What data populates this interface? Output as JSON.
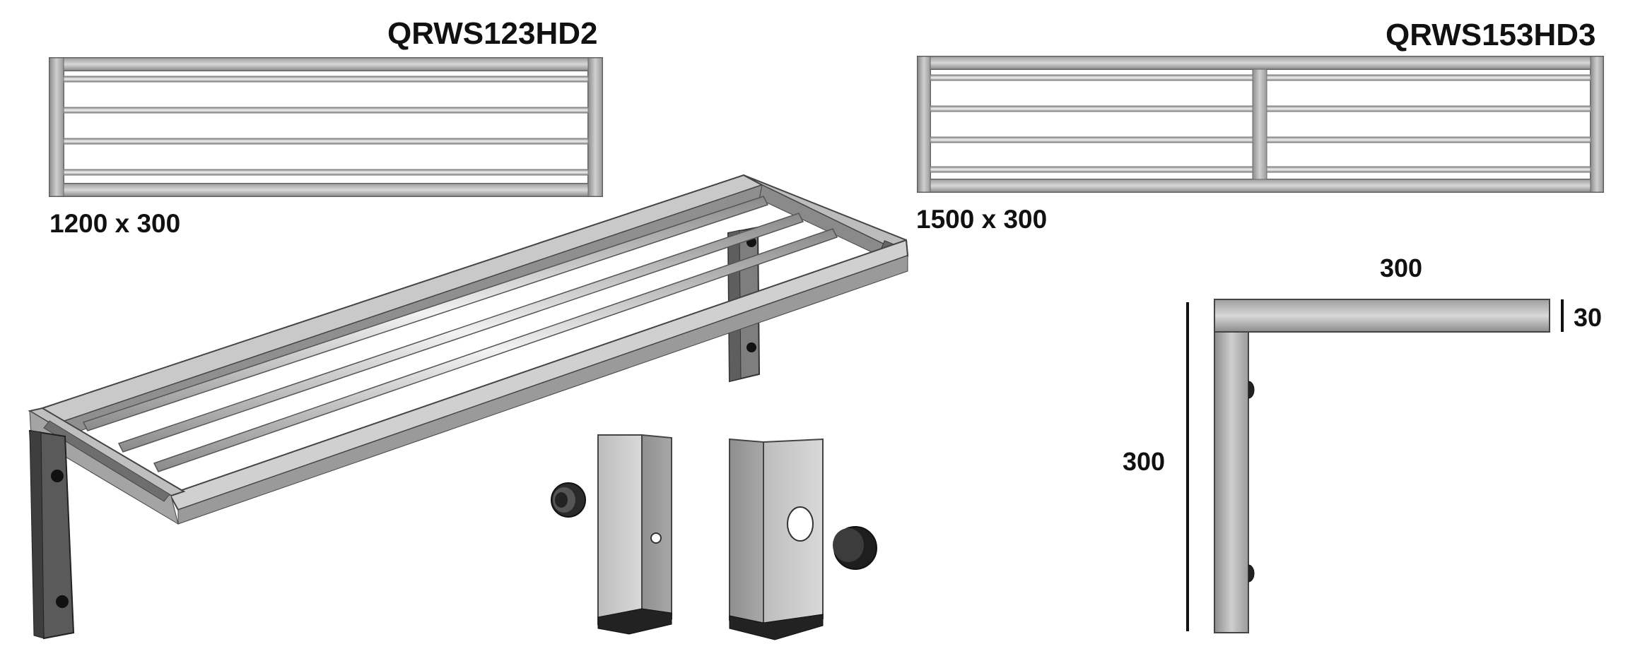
{
  "models": {
    "left": {
      "code": "QRWS123HD2",
      "size": "1200 x 300"
    },
    "right": {
      "code": "QRWS153HD3",
      "size": "1500 x 300"
    }
  },
  "bracket_dims": {
    "top_width": "300",
    "thickness": "30",
    "height": "300"
  },
  "colors": {
    "steel_light": "#c4c4c4",
    "steel_dark": "#7a7a7a",
    "outline": "#555555",
    "text": "#111111"
  }
}
